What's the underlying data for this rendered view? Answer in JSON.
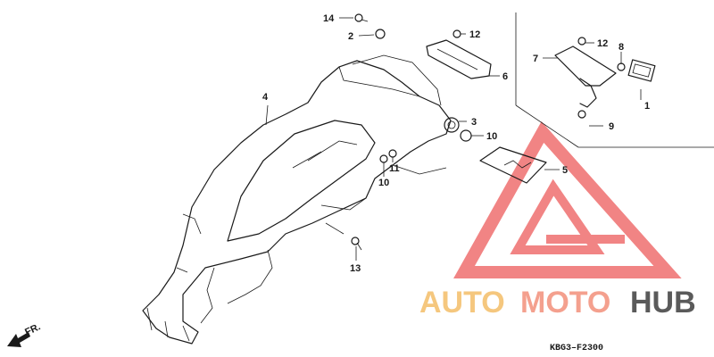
{
  "diagram": {
    "callouts": [
      {
        "label": "1"
      },
      {
        "label": "2"
      },
      {
        "label": "3"
      },
      {
        "label": "4"
      },
      {
        "label": "5"
      },
      {
        "label": "6"
      },
      {
        "label": "7"
      },
      {
        "label": "8"
      },
      {
        "label": "9"
      },
      {
        "label": "10"
      },
      {
        "label": "10"
      },
      {
        "label": "11"
      },
      {
        "label": "12"
      },
      {
        "label": "12"
      },
      {
        "label": "13"
      },
      {
        "label": "14"
      }
    ],
    "front_label": "FR.",
    "code": "KBG3–F2300"
  },
  "watermark": {
    "brand_parts": [
      "AUTO",
      "MOTO",
      "HUB"
    ],
    "colors": {
      "auto": "#f5c77e",
      "moto": "#f4a08e",
      "hub": "#5a5a5a",
      "logo": "#ef6f6f"
    }
  }
}
